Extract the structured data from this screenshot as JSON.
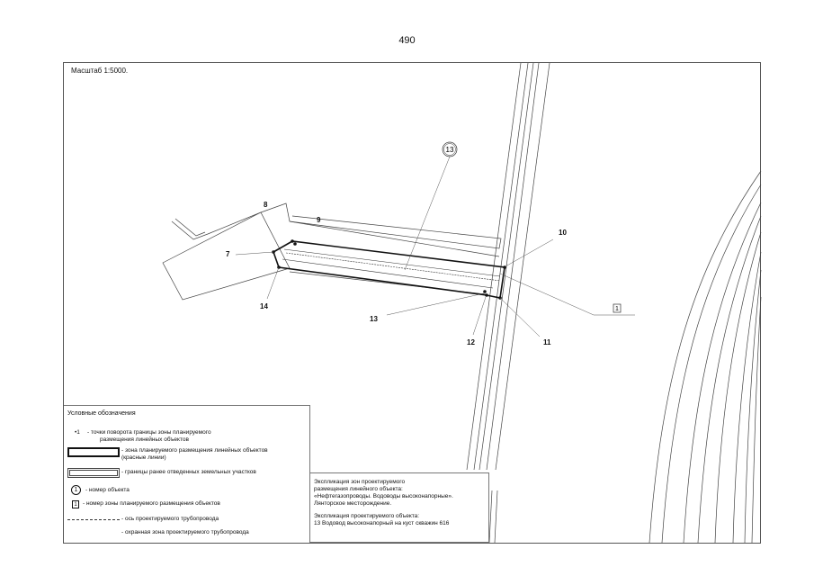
{
  "page_number": "490",
  "scale_label": "Масштаб 1:5000.",
  "map": {
    "point_labels": [
      "7",
      "8",
      "9",
      "10",
      "11",
      "12",
      "13",
      "14"
    ],
    "object_callout": "13",
    "zone_callout": "1"
  },
  "legend": {
    "title": "Условные обозначения",
    "items": [
      {
        "symbol": "•1",
        "text_line1": "- точки поворота границы зоны планируемого",
        "text_line2": "размещения линейных объектов"
      },
      {
        "symbol": "thick-rect",
        "text_line1": "- зона планируемого размещения линейных объектов",
        "text_line2": "(красные линии)"
      },
      {
        "symbol": "double-rect",
        "text_line1": "- границы ранее отведенных земельных участков",
        "text_line2": ""
      },
      {
        "symbol": "1",
        "text_line1": "- номер  объекта",
        "text_line2": ""
      },
      {
        "symbol": "1",
        "text_line1": "- номер зоны планируемого размещения объектов",
        "text_line2": ""
      },
      {
        "symbol": "dotted-line",
        "text_line1": "- ось проектируемого трубопровода",
        "text_line2": ""
      },
      {
        "symbol": "thin-line",
        "text_line1": "- охранная зона проектируемого трубопровода",
        "text_line2": ""
      }
    ]
  },
  "explication": {
    "lines": [
      "Экспликация зон проектируемого",
      "размещения линейного объекта:",
      "«Нефтегазопроводы. Водоводы высоконапорные».",
      "Лянторское месторождение.",
      "",
      "Экспликация проектируемого объекта:",
      "13   Водовод высоконапорный на куст скважин 616"
    ]
  },
  "colors": {
    "line": "#222222",
    "thin": "#555555"
  }
}
